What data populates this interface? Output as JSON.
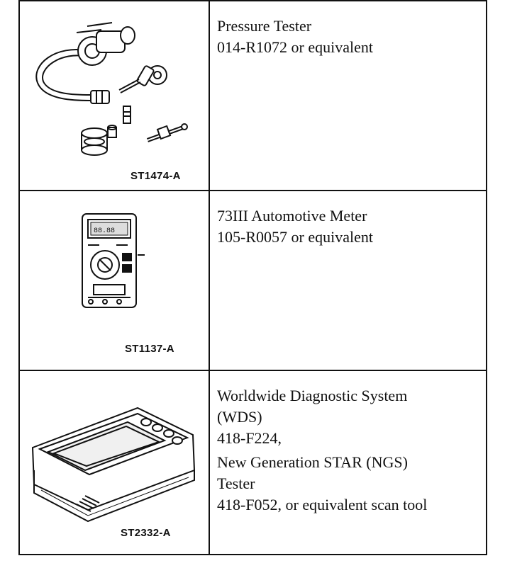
{
  "tools": [
    {
      "figure_label": "ST1474-A",
      "icon": "pressure-tester-icon",
      "lines": [
        "Pressure Tester",
        "014-R1072 or equivalent"
      ]
    },
    {
      "figure_label": "ST1137-A",
      "icon": "multimeter-icon",
      "lines": [
        "73III Automotive Meter",
        "105-R0057 or equivalent"
      ]
    },
    {
      "figure_label": "ST2332-A",
      "icon": "scan-tool-icon",
      "lines": [
        "Worldwide Diagnostic System",
        "(WDS)",
        "418-F224,",
        "New Generation STAR (NGS)",
        "Tester",
        "418-F052, or equivalent scan tool"
      ]
    }
  ]
}
